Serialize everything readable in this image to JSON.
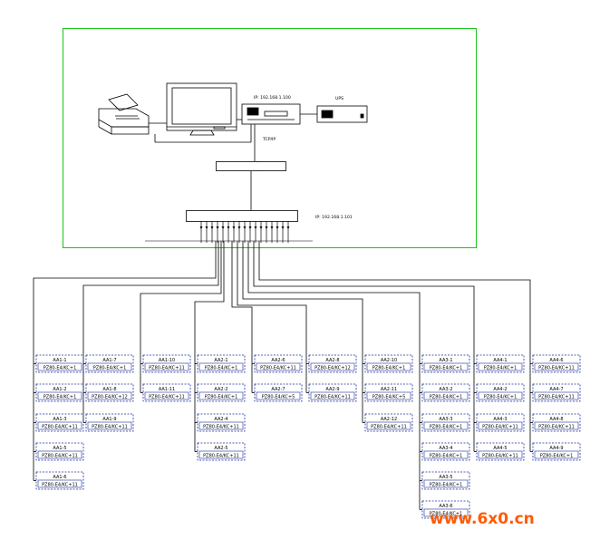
{
  "room_label": "",
  "devices": {
    "printer": {
      "label": "",
      "port_label": ""
    },
    "monitor": {
      "label": ""
    },
    "host": {
      "label": "",
      "ip": "IP: 192.168.1.100"
    },
    "ups": {
      "label": "UPS"
    },
    "tcpip": {
      "label": "TCP/IP"
    },
    "rs485_converter": {
      "label": ""
    },
    "switch": {
      "label": "",
      "ip": "IP: 192.168.1.101"
    },
    "left_bus": {
      "top_label": "",
      "bottom_label": ""
    },
    "right_bus": {
      "label": ""
    }
  },
  "columns": [
    {
      "meters": [
        {
          "id": "AA1-1",
          "model": "PZ80-E4/KC+1"
        },
        {
          "id": "AA1-2",
          "model": "PZ80-E4/KC+1"
        },
        {
          "id": "AA1-3",
          "model": "PZ80-E4/KC+11"
        },
        {
          "id": "AA1-5",
          "model": "PZ80-E4/KC+11"
        },
        {
          "id": "AA1-6",
          "model": "PZ80-E4/KC+11"
        }
      ]
    },
    {
      "meters": [
        {
          "id": "AA1-7",
          "model": "PZ80-E4/KC+1"
        },
        {
          "id": "AA1-8",
          "model": "PZ80-E4/KC+12"
        },
        {
          "id": "AA1-9",
          "model": "PZ80-E4/KC+11"
        }
      ]
    },
    {
      "meters": [
        {
          "id": "AA1-10",
          "model": "PZ80-E4/KC+11"
        },
        {
          "id": "AA1-11",
          "model": "PZ80-E4/KC+11"
        }
      ]
    },
    {
      "meters": [
        {
          "id": "AA2-1",
          "model": "PZ80-E4/KC+1"
        },
        {
          "id": "AA2-2",
          "model": "PZ80-E4/KC+1"
        },
        {
          "id": "AA2-4",
          "model": "PZ80-E4/KC+11"
        },
        {
          "id": "AA2-5",
          "model": "PZ80-E4/KC+11"
        }
      ]
    },
    {
      "meters": [
        {
          "id": "AA2-6",
          "model": "PZ80-E4/KC+11"
        },
        {
          "id": "AA2-7",
          "model": "PZ80-E4/KC+5"
        }
      ]
    },
    {
      "meters": [
        {
          "id": "AA2-8",
          "model": "PZ80-E4/KC+12"
        },
        {
          "id": "AA2-9",
          "model": "PZ80-E4/KC+11"
        }
      ]
    },
    {
      "meters": [
        {
          "id": "AA2-10",
          "model": "PZ80-E4/KC+1"
        },
        {
          "id": "AA2-11",
          "model": "PZ80-E4/KC+5"
        },
        {
          "id": "AA2-12",
          "model": "PZ80-E4/KC+11"
        }
      ]
    },
    {
      "meters": [
        {
          "id": "AA3-1",
          "model": "PZ80-E4/KC+1"
        },
        {
          "id": "AA3-2",
          "model": "PZ80-E4/KC+1"
        },
        {
          "id": "AA3-3",
          "model": "PZ80-E4/KC+1"
        },
        {
          "id": "AA3-4",
          "model": "PZ80-E4/KC+1"
        },
        {
          "id": "AA3-5",
          "model": "PZ80-E4/KC+1"
        },
        {
          "id": "AA3-6",
          "model": "PZ80-E4/KC+1"
        }
      ]
    },
    {
      "meters": [
        {
          "id": "AA4-1",
          "model": "PZ80-E4/KC+1"
        },
        {
          "id": "AA4-2",
          "model": "PZ80-E4/KC+1"
        },
        {
          "id": "AA4-3",
          "model": "PZ80-E4/KC+11"
        },
        {
          "id": "AA4-5",
          "model": "PZ80-E4/KC+11"
        }
      ]
    },
    {
      "meters": [
        {
          "id": "AA4-6",
          "model": "PZ80-E4/KC+11"
        },
        {
          "id": "AA4-7",
          "model": "PZ80-E4/KC+11"
        },
        {
          "id": "AA4-8",
          "model": "PZ80-E4/KC+11"
        },
        {
          "id": "AA4-9",
          "model": "PZ80-E4/KC+1"
        }
      ]
    }
  ],
  "watermark": "www.6x0.cn",
  "colors": {
    "room_border": "#19c219",
    "meter_box": "#1c2f9c",
    "line": "#000000",
    "watermark": "#ff5a00"
  }
}
